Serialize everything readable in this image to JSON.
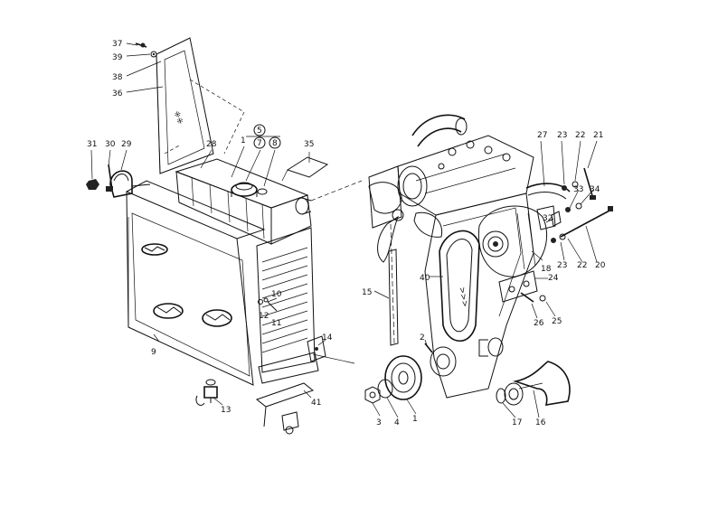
{
  "diagram": {
    "callouts": [
      {
        "id": "c37",
        "text": "37"
      },
      {
        "id": "c39",
        "text": "39"
      },
      {
        "id": "c38",
        "text": "38"
      },
      {
        "id": "c36",
        "text": "36"
      },
      {
        "id": "c31",
        "text": "31"
      },
      {
        "id": "c30",
        "text": "30"
      },
      {
        "id": "c29",
        "text": "29"
      },
      {
        "id": "c28",
        "text": "28"
      },
      {
        "id": "c1a",
        "text": "1"
      },
      {
        "id": "c5",
        "text": "5"
      },
      {
        "id": "c7",
        "text": "7"
      },
      {
        "id": "c8",
        "text": "8"
      },
      {
        "id": "c35",
        "text": "35"
      },
      {
        "id": "c10",
        "text": "10"
      },
      {
        "id": "c12",
        "text": "12"
      },
      {
        "id": "c11",
        "text": "11"
      },
      {
        "id": "c9",
        "text": "9"
      },
      {
        "id": "c13",
        "text": "13"
      },
      {
        "id": "c14",
        "text": "14"
      },
      {
        "id": "c41",
        "text": "41"
      },
      {
        "id": "c15",
        "text": "15"
      },
      {
        "id": "c40",
        "text": "40"
      },
      {
        "id": "c2",
        "text": "2"
      },
      {
        "id": "c3",
        "text": "3"
      },
      {
        "id": "c4",
        "text": "4"
      },
      {
        "id": "c1b",
        "text": "1"
      },
      {
        "id": "c17",
        "text": "17"
      },
      {
        "id": "c16",
        "text": "16"
      },
      {
        "id": "c27",
        "text": "27"
      },
      {
        "id": "c23a",
        "text": "23"
      },
      {
        "id": "c22a",
        "text": "22"
      },
      {
        "id": "c21",
        "text": "21"
      },
      {
        "id": "c32",
        "text": "32"
      },
      {
        "id": "c33",
        "text": "33"
      },
      {
        "id": "c34",
        "text": "34"
      },
      {
        "id": "c18",
        "text": "18"
      },
      {
        "id": "c23b",
        "text": "23"
      },
      {
        "id": "c22b",
        "text": "22"
      },
      {
        "id": "c20",
        "text": "20"
      },
      {
        "id": "c24",
        "text": "24"
      },
      {
        "id": "c26",
        "text": "26"
      },
      {
        "id": "c25",
        "text": "25"
      }
    ]
  }
}
